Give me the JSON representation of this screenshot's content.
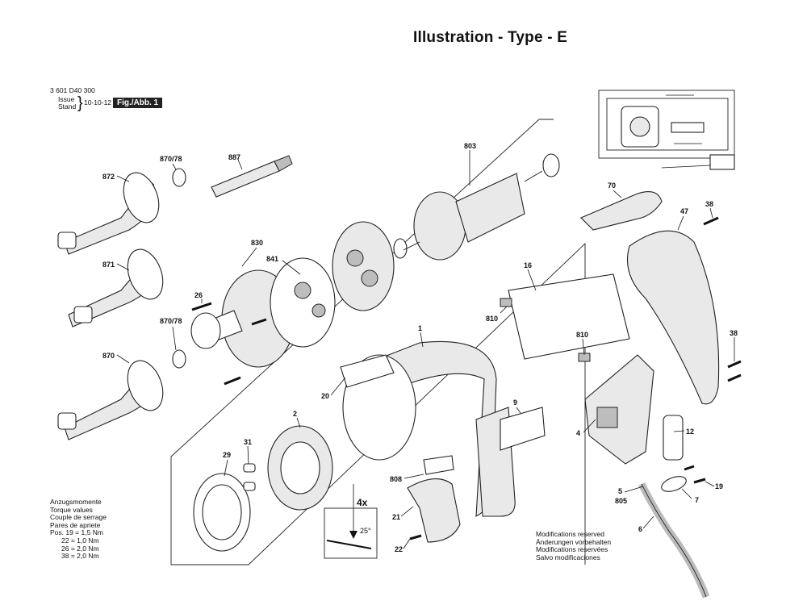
{
  "title": "Illustration - Type - E",
  "header": {
    "part_number": "3 601 D40 300",
    "issue_label": "Issue",
    "stand_label": "Stand",
    "date": "10-10-12",
    "figure": "Fig./Abb. 1"
  },
  "torque": {
    "lines": [
      "Anzugsmomente",
      "Torque values",
      "Couple de serrage",
      "Pares de apriete"
    ],
    "values": [
      "Pos. 19 = 1,5 Nm",
      "22 = 1,0 Nm",
      "26 = 2,0 Nm",
      "38 = 2,0 Nm"
    ]
  },
  "modifications": [
    "Modifications reserved",
    "Änderungen vorbehalten",
    "Modifications reservées",
    "Salvo modificaciones"
  ],
  "angle_note": {
    "count": "4x",
    "angle": "25°"
  },
  "labels": {
    "p872": "872",
    "p887": "887",
    "p870_78a": "870/78",
    "p871": "871",
    "p870_78b": "870/78",
    "p870": "870",
    "p830": "830",
    "p841": "841",
    "p26": "26",
    "p803": "803",
    "p70": "70",
    "p47": "47",
    "p38a": "38",
    "p16": "16",
    "p810a": "810",
    "p810b": "810",
    "p1": "1",
    "p38b": "38",
    "p20": "20",
    "p9": "9",
    "p2": "2",
    "p4": "4",
    "p12": "12",
    "p31": "31",
    "p29": "29",
    "p808": "808",
    "p21": "21",
    "p22": "22",
    "p5": "5",
    "p805": "805",
    "p7": "7",
    "p19": "19",
    "p6": "6"
  }
}
